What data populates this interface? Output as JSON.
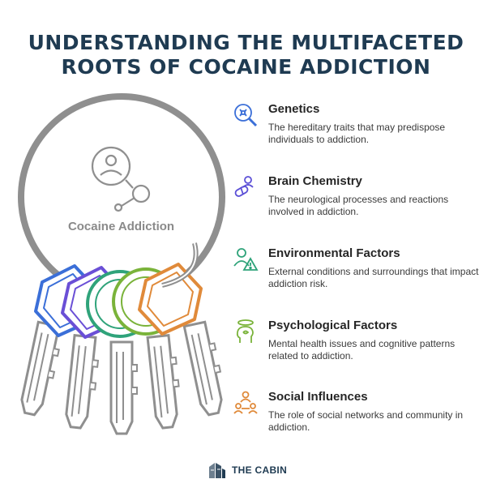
{
  "title": {
    "line1": "UNDERSTANDING THE MULTIFACETED",
    "line2": "ROOTS OF COCAINE ADDICTION"
  },
  "center_label": "Cocaine Addiction",
  "factors": [
    {
      "name": "Genetics",
      "description": "The hereditary traits that may predispose individuals to addiction.",
      "icon": "dna-magnifier-icon",
      "color": "#3b6fd8"
    },
    {
      "name": "Brain Chemistry",
      "description": "The neurological processes and reactions involved in addiction.",
      "icon": "pill-person-icon",
      "color": "#5b4fd6"
    },
    {
      "name": "Environmental Factors",
      "description": "External conditions and surroundings that impact addiction risk.",
      "icon": "person-warning-icon",
      "color": "#2fa37a"
    },
    {
      "name": "Psychological Factors",
      "description": "Mental health issues and cognitive patterns related to addiction.",
      "icon": "head-thought-icon",
      "color": "#7ab33a"
    },
    {
      "name": "Social Influences",
      "description": "The role of social networks and community in addiction.",
      "icon": "people-network-icon",
      "color": "#e08a3a"
    }
  ],
  "key_colors": [
    "#3b6fd8",
    "#6a4fd6",
    "#2fa37a",
    "#7ab33a",
    "#e08a3a"
  ],
  "brand": {
    "name": "THE CABIN",
    "icon": "cabin-logo-icon"
  }
}
